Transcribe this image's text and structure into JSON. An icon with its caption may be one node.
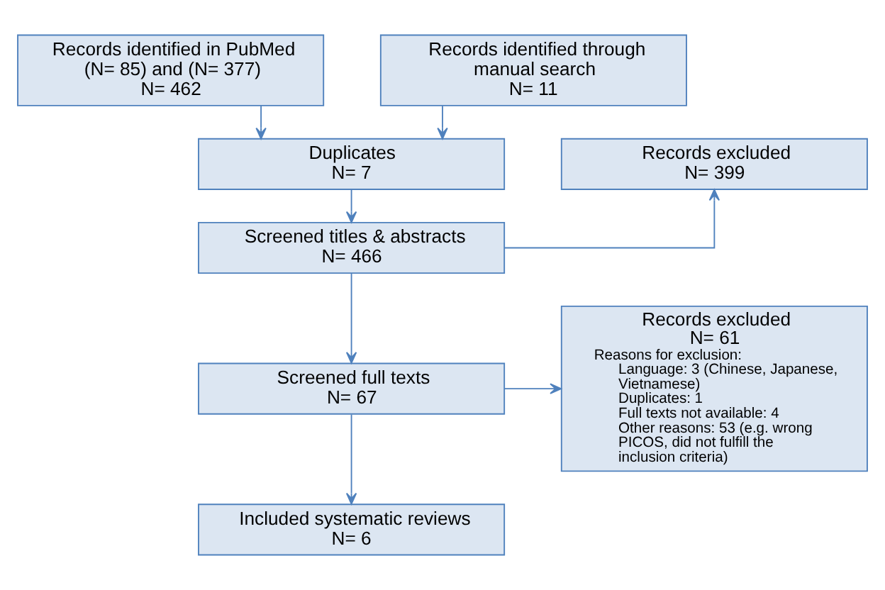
{
  "diagram": {
    "nodes": [
      {
        "text": [
          "Records identified in PubMed (N= 85) and (N= 377)",
          "N= 462"
        ]
      },
      {
        "text": [
          "Records identified through manual search",
          "N= 11"
        ]
      },
      {
        "text": [
          "Duplicates",
          "N= 7"
        ]
      },
      {
        "text": [
          "Records excluded",
          "N= 399"
        ]
      },
      {
        "text": [
          "Screened titles & abstracts",
          "N= 466"
        ]
      },
      {
        "text": [
          "Records excluded",
          "N= 61",
          "Reasons for exclusion:",
          "Language: 3 (Chinese, Japanese, Vietnamese)",
          "Duplicates: 1",
          "Full texts not available: 4",
          "Other reasons: 53 (e.g. wrong PICOS, did not fulfill the inclusion criteria)"
        ]
      },
      {
        "text": [
          "Screened full texts",
          "N= 67"
        ]
      },
      {
        "text": [
          "Included systematic reviews",
          "N= 6"
        ]
      }
    ],
    "edges": [
      {
        "from": 0,
        "to": 2,
        "arrow": "to"
      },
      {
        "from": 1,
        "to": 2,
        "arrow": "to"
      },
      {
        "from": 2,
        "to": 4,
        "arrow": "to"
      },
      {
        "from": 4,
        "to": 3,
        "arrow": "to"
      },
      {
        "from": 4,
        "to": 6,
        "arrow": "to"
      },
      {
        "from": 6,
        "to": 5,
        "arrow": "to"
      },
      {
        "from": 6,
        "to": 7,
        "arrow": "to"
      }
    ]
  }
}
